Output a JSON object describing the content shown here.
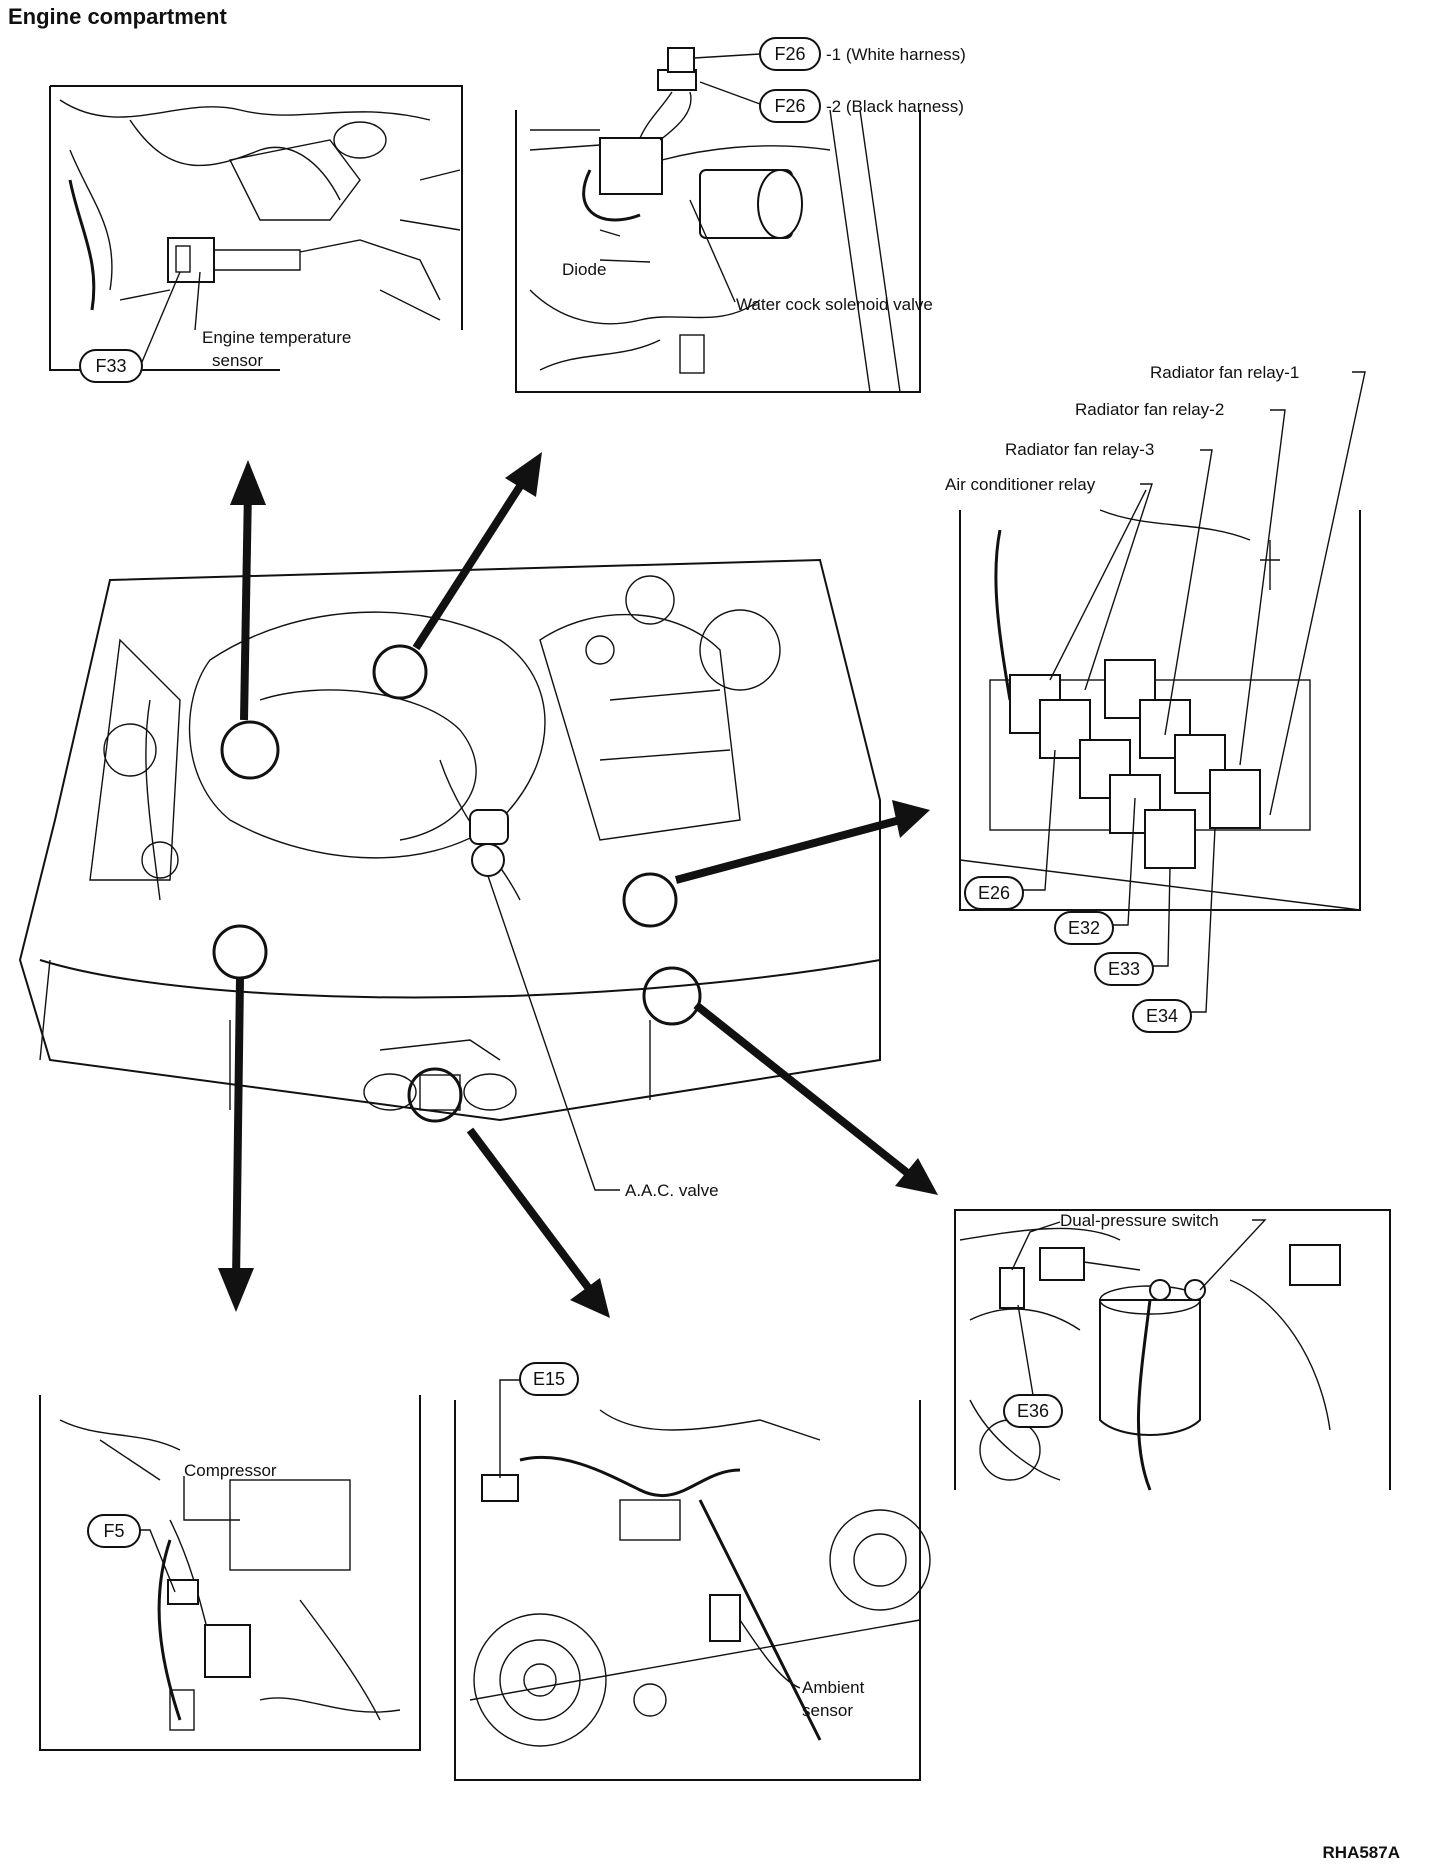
{
  "title": "Engine compartment",
  "figure_code": "RHA587A",
  "views": {
    "engine_temp": {
      "connector": "F33",
      "label_line1": "Engine temperature",
      "label_line2": "sensor"
    },
    "water_cock": {
      "connector_1": "F26",
      "connector_1_note": "-1 (White harness)",
      "connector_2": "F26",
      "connector_2_note": "-2 (Black harness)",
      "diode": "Diode",
      "valve": "Water cock solenoid valve"
    },
    "relays": {
      "relay_1": "Radiator fan relay-1",
      "relay_2": "Radiator fan relay-2",
      "relay_3": "Radiator fan relay-3",
      "ac_relay": "Air conditioner relay",
      "c_e26": "E26",
      "c_e32": "E32",
      "c_e33": "E33",
      "c_e34": "E34"
    },
    "engine": {
      "aac_valve": "A.A.C. valve"
    },
    "dual_pressure": {
      "label": "Dual-pressure switch",
      "connector": "E36"
    },
    "compressor": {
      "label": "Compressor",
      "connector": "F5"
    },
    "ambient": {
      "connector": "E15",
      "label_line1": "Ambient",
      "label_line2": "sensor"
    }
  }
}
